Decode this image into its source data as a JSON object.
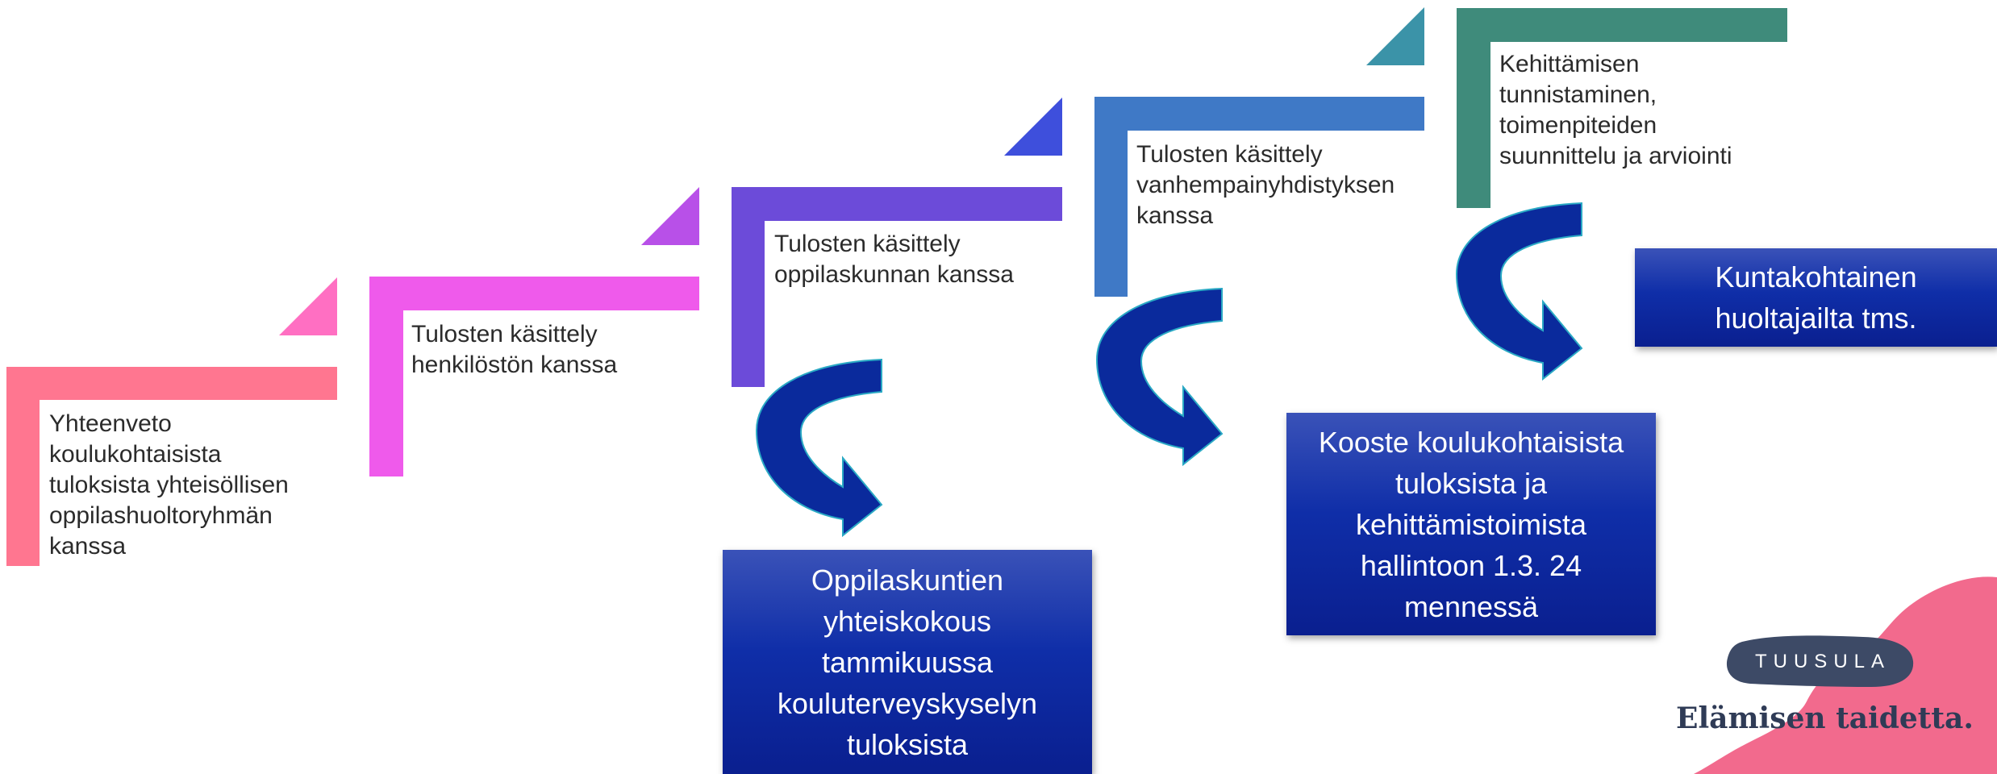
{
  "steps": [
    {
      "text": "Yhteenveto\nkoulukohtaisista\ntuloksista yhteisöllisen\noppilashuoltoryhmän\nkanssa",
      "color": "#ff7690"
    },
    {
      "text": "Tulosten käsittely\nhenkilöstön kanssa",
      "color": "#ef5aeb"
    },
    {
      "text": "Tulosten käsittely\noppilaskunnan kanssa",
      "color": "#6c4bd9"
    },
    {
      "text": "Tulosten käsittely\nvanhempainyhdistyksen\nkanssa",
      "color": "#3f79c6"
    },
    {
      "text": "Kehittämisen\ntunnistaminen,\ntoimenpiteiden\nsuunnittelu ja arviointi",
      "color": "#3f8b7b"
    }
  ],
  "triangles": [
    "#ff6fc2",
    "#b850e8",
    "#3e4fdc",
    "#3b93a8"
  ],
  "boxes": [
    {
      "text": "Oppilaskuntien\nyhteiskokous\ntammikuussa\nkouluterveyskyselyn\ntuloksista"
    },
    {
      "text": "Kooste koulukohtaisista\ntuloksista ja\nkehittämistoimista\nhallintoon 1.3. 24\nmennessä"
    },
    {
      "text": "Kuntakohtainen\nhuoltajailta tms."
    }
  ],
  "arrow_color": "#0a2a9c",
  "logo": {
    "name": "TUUSULA",
    "tagline": "Elämisen taidetta.",
    "pill_color": "#3d4a66",
    "splash_color": "#f26a8d"
  }
}
